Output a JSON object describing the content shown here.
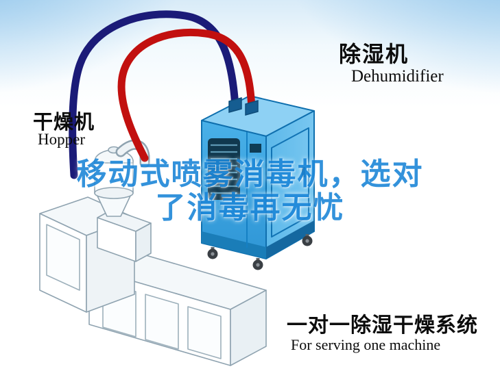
{
  "labels": {
    "dehumidifier": {
      "zh": "除湿机",
      "en": "Dehumidifier"
    },
    "hopper": {
      "zh": "干燥机",
      "en": "Hopper"
    },
    "system": {
      "zh": "一对一除湿干燥系统",
      "en": "For serving one machine"
    }
  },
  "watermark": {
    "line1": "移动式喷雾消毒机，选对",
    "line2": "了消毒再无忧"
  },
  "illustration": {
    "machines": [
      "dehumidifier-unit",
      "extruder-with-hopper"
    ],
    "pipes": [
      {
        "name": "return-air-pipe",
        "color": "#1b1b78"
      },
      {
        "name": "supply-air-pipe",
        "color": "#c2100f"
      }
    ]
  },
  "colors": {
    "machine_blue": "#3ea6e2",
    "machine_blue_light": "#8ed1f4",
    "watermark_blue": "#1d87d8",
    "background_blue": "#d8ebf8",
    "pipe_blue": "#1b1b78",
    "pipe_red": "#c2100f"
  }
}
